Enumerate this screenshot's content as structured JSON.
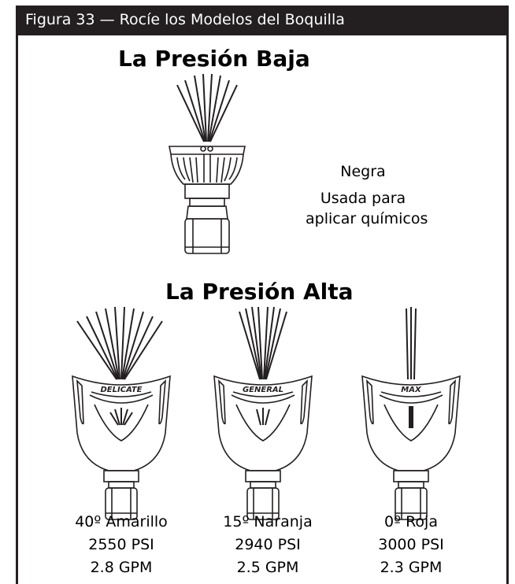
{
  "figure": {
    "title": "Figura 33 — Rocíe los Modelos del Boquilla"
  },
  "low_pressure": {
    "heading": "La Presión Baja",
    "nozzle": {
      "color": "Negra",
      "use_line1": "Usada para",
      "use_line2": "aplicar químicos"
    }
  },
  "high_pressure": {
    "heading": "La Presión Alta",
    "nozzles": [
      {
        "logo_text": "DELICATE",
        "spec": "40º Amarillo",
        "psi": "2550 PSI",
        "gpm": "2.8 GPM",
        "spray_angle_deg": 40
      },
      {
        "logo_text": "GENERAL",
        "spec": "15º Naranja",
        "psi": "2940 PSI",
        "gpm": "2.5 GPM",
        "spray_angle_deg": 15
      },
      {
        "logo_text": "MAX",
        "spec": "0º Roja",
        "psi": "3000 PSI",
        "gpm": "2.3 GPM",
        "spray_angle_deg": 0
      }
    ]
  },
  "colors": {
    "header_bg": "#231f20",
    "header_text": "#ffffff",
    "line": "#231f20"
  }
}
